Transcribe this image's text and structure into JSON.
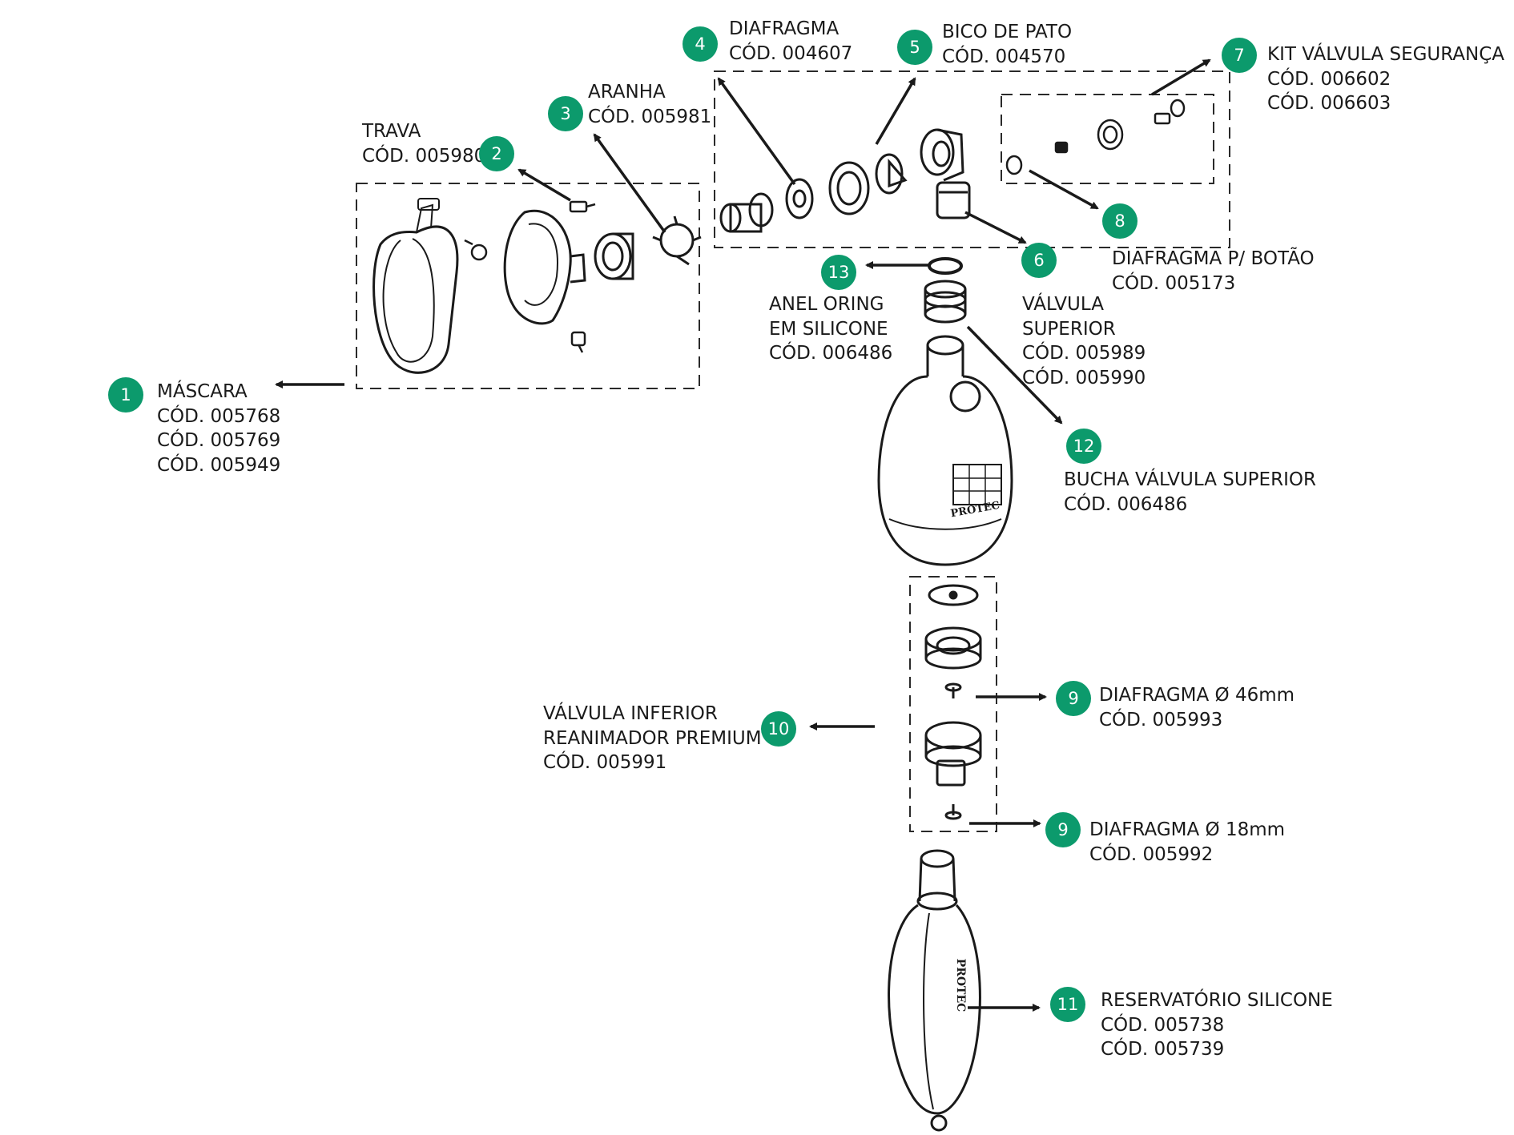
{
  "colors": {
    "badge": "#0c9a6c",
    "line": "#1a1a1a",
    "dashed_box": "#2a2a2a"
  },
  "parts": [
    {
      "number": "1",
      "lines": [
        "MÁSCARA",
        "CÓD. 005768",
        "CÓD. 005769",
        "CÓD. 005949"
      ]
    },
    {
      "number": "2",
      "lines": [
        "TRAVA",
        "CÓD. 005980"
      ]
    },
    {
      "number": "3",
      "lines": [
        "ARANHA",
        "CÓD. 005981"
      ]
    },
    {
      "number": "4",
      "lines": [
        "DIAFRAGMA",
        "CÓD. 004607"
      ]
    },
    {
      "number": "5",
      "lines": [
        "BICO DE PATO",
        "CÓD. 004570"
      ]
    },
    {
      "number": "6",
      "lines": []
    },
    {
      "number": "7",
      "lines": [
        "KIT VÁLVULA SEGURANÇA",
        "CÓD. 006602",
        "CÓD. 006603"
      ]
    },
    {
      "number": "8",
      "lines": [
        "DIAFRAGMA P/ BOTÃO",
        "CÓD. 005173"
      ]
    },
    {
      "number": "9",
      "lines": [
        "DIAFRAGMA Ø 46mm",
        "CÓD. 005993"
      ]
    },
    {
      "number": "10",
      "lines": [
        "VÁLVULA INFERIOR",
        "REANIMADOR PREMIUM",
        "CÓD. 005991"
      ]
    },
    {
      "number": "9",
      "lines": [
        "DIAFRAGMA Ø 18mm",
        "CÓD. 005992"
      ]
    },
    {
      "number": "11",
      "lines": [
        "RESERVATÓRIO SILICONE",
        "CÓD. 005738",
        "CÓD. 005739"
      ]
    },
    {
      "number": "12",
      "lines": [
        "BUCHA VÁLVULA SUPERIOR",
        "CÓD. 006486"
      ]
    },
    {
      "number": "13",
      "lines": [
        "ANEL ORING",
        "EM SILICONE",
        "CÓD. 006486"
      ]
    },
    {
      "number": "",
      "lines": [
        "VÁLVULA",
        "SUPERIOR",
        "CÓD. 005989",
        "CÓD. 005990"
      ]
    }
  ],
  "bag_brand": "PROTEC"
}
